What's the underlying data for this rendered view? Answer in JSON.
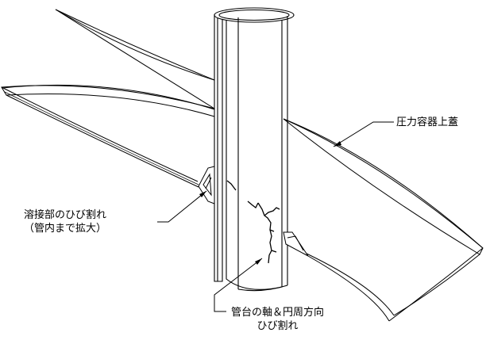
{
  "labels": {
    "vessel_head": "圧力容器上蓋",
    "weld_crack_line1": "溶接部のひび割れ",
    "weld_crack_line2": "（管内まで拡大）",
    "nozzle_crack_line1": "管台の軸＆円周方向",
    "nozzle_crack_line2": "ひび割れ"
  },
  "colors": {
    "line": "#000000",
    "fill": "#ffffff"
  }
}
